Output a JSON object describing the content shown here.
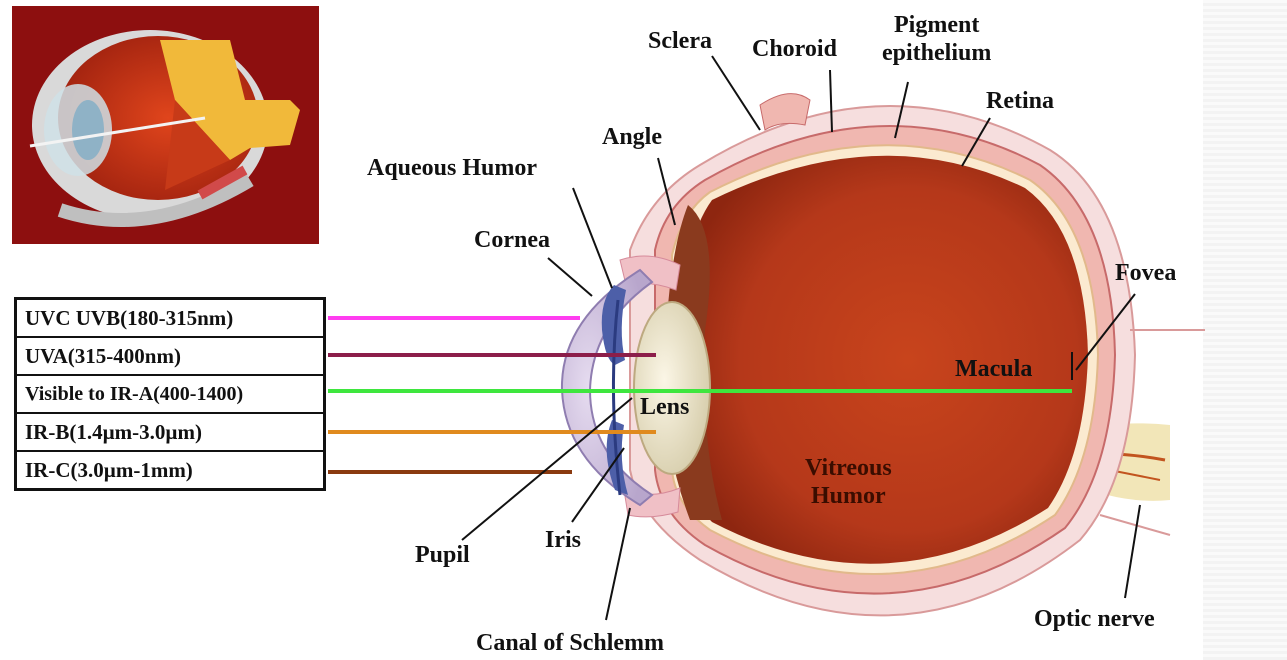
{
  "labels": {
    "sclera": "Sclera",
    "choroid": "Choroid",
    "pigment_epithelium": "Pigment\nepithelium",
    "retina": "Retina",
    "angle": "Angle",
    "aqueous_humor": "Aqueous Humor",
    "cornea": "Cornea",
    "fovea": "Fovea",
    "macula": "Macula",
    "lens": "Lens",
    "vitreous_humor": "Vitreous\nHumor",
    "pupil": "Pupil",
    "iris": "Iris",
    "canal_of_schlemm": "Canal of Schlemm",
    "optic_nerve": "Optic nerve"
  },
  "legend": [
    {
      "text": "UVC UVB(180-315nm)",
      "color": "#ff3df0"
    },
    {
      "text": "UVA(315-400nm)",
      "color": "#8c1e4a"
    },
    {
      "text": "Visible to IR-A(400-1400)",
      "color": "#3ee63e"
    },
    {
      "text": "IR-B(1.4µm-3.0µm)",
      "color": "#e08a1e"
    },
    {
      "text": "IR-C(3.0µm-1mm)",
      "color": "#8a3a10"
    }
  ]
}
